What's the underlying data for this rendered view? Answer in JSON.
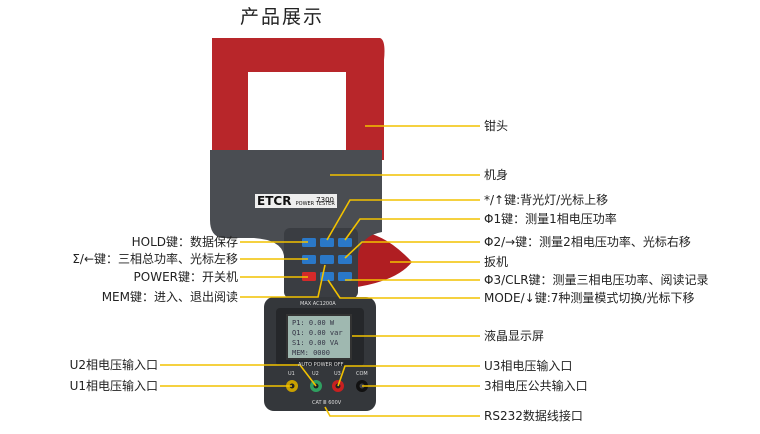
{
  "title": "产品展示",
  "device": {
    "brand": "ETCR",
    "model": "7300",
    "subtitle": "POWER TESTER",
    "max_rating": "MAX AC1200A",
    "auto_off": "AUTO POWER OFF",
    "lcd_lines": [
      "P1: 0.00  W",
      "Q1: 0.00  var",
      "S1: 0.00  VA",
      "MEM: 0000"
    ],
    "jacks": [
      "U1",
      "U2",
      "U3",
      "COM"
    ],
    "category": "CAT Ⅲ 600V"
  },
  "labels_right": [
    "钳头",
    "机身",
    "*/↑键:背光灯/光标上移",
    "Φ1键：测量1相电压功率",
    "Φ2/→键：测量2相电压功率、光标右移",
    "扳机",
    "Φ3/CLR键：测量三相电压功率、阅读记录",
    "MODE/↓键:7种测量模式切换/光标下移",
    "液晶显示屏",
    "U3相电压输入口",
    "3相电压公共输入口",
    "RS232数据线接口"
  ],
  "labels_left": [
    "HOLD键：数据保存",
    "Σ/←键：三相总功率、光标左移",
    "POWER键：开关机",
    "MEM键：进入、退出阅读",
    "U2相电压输入口",
    "U1相电压输入口"
  ],
  "colors": {
    "jaw": "#b8262a",
    "body": "#4a4d52",
    "leader": "#f2c200",
    "key": "#2a78c8",
    "power_key": "#d42a2a"
  }
}
